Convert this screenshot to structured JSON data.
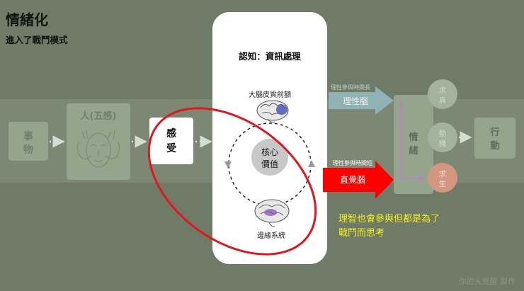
{
  "header": {
    "title": "情緒化",
    "subtitle": "進入了戰鬥模式"
  },
  "nodes": {
    "event": [
      "事",
      "物"
    ],
    "person": "人(五感)",
    "sense": [
      "感",
      "受"
    ],
    "emotion": [
      "情",
      "緒"
    ],
    "action": [
      "行",
      "動"
    ],
    "need_top": [
      "求",
      "真"
    ],
    "need_mid": [
      "動",
      "機"
    ],
    "need_bottom": [
      "求",
      "生"
    ]
  },
  "cognition": {
    "title": "認知：資訊處理",
    "cortex_label": "大腦皮質前額",
    "limbic_label": "邊緣系統",
    "core_value": [
      "核心",
      "價值"
    ]
  },
  "paths": {
    "rational_caption": "理性參與時間長",
    "rational_label": "理性腦",
    "intuitive_caption": "理性參與時間短",
    "intuitive_label": "直覺腦"
  },
  "annotation": [
    "理智也會參與但都是為了",
    "戰鬥而思考"
  ],
  "credit": "你的大覺醒 製作",
  "colors": {
    "background": "#6f7a67",
    "faded_box": "#95a48d",
    "rational_arrow": "#8fb2b4",
    "intuitive_arrow": "#ff0000",
    "highlight": "#f2f21e",
    "survival_node": "#d39680",
    "emotion_bar": "#b08ab7"
  }
}
